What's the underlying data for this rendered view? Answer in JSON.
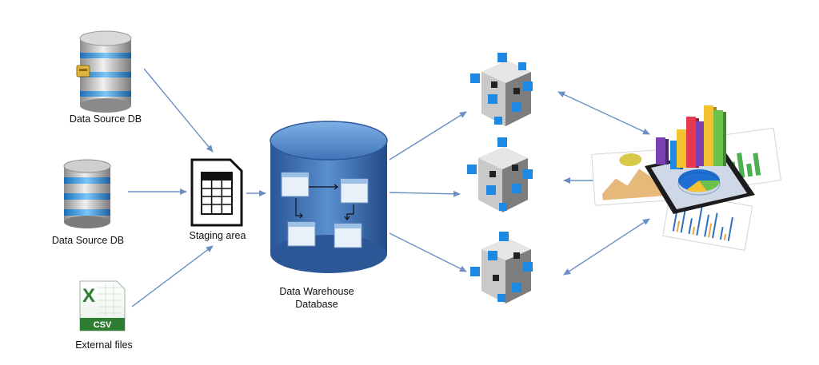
{
  "sources": [
    {
      "label": "Data Source DB",
      "icon": "database-tagged-icon"
    },
    {
      "label": "Data Source DB",
      "icon": "database-icon"
    },
    {
      "label": "External files",
      "icon": "csv-file-icon",
      "badge": "CSV",
      "logo_letter": "X"
    }
  ],
  "staging": {
    "label": "Staging area",
    "icon": "staging-document-icon"
  },
  "warehouse": {
    "label_line1": "Data Warehouse",
    "label_line2": "Database",
    "icon": "warehouse-cylinder-icon"
  },
  "marts": [
    {
      "icon": "data-cube-icon"
    },
    {
      "icon": "data-cube-icon"
    },
    {
      "icon": "data-cube-icon"
    }
  ],
  "analytics": {
    "icon": "analytics-dashboard-icon"
  },
  "colors": {
    "arrow": "#6b8fc4",
    "db_blue": "#3b95d8",
    "cylinder_top": "#4f86c6",
    "cylinder_body": "#2f5fa3",
    "cube_blue": "#1e88e5",
    "excel_green": "#2e7d32"
  }
}
